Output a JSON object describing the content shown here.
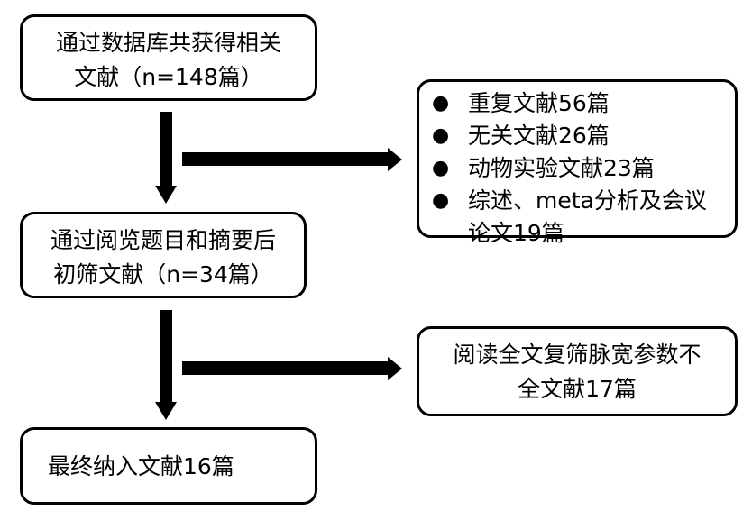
{
  "boxes": {
    "identified": {
      "line1": "通过数据库共获得相关",
      "line2": "文献（n=148篇）"
    },
    "excluded_first": {
      "items": [
        {
          "text": "重复文献56篇"
        },
        {
          "text": "无关文献26篇"
        },
        {
          "text": "动物实验文献23篇"
        },
        {
          "text": "综述、meta分析及会议",
          "continuation": "论文19篇"
        }
      ]
    },
    "screened": {
      "line1": "通过阅览题目和摘要后",
      "line2": "初筛文献（n=34篇）"
    },
    "excluded_second": {
      "line1": "阅读全文复筛脉宽参数不",
      "line2": "全文献17篇"
    },
    "included": {
      "line1": "最终纳入文献16篇"
    }
  }
}
